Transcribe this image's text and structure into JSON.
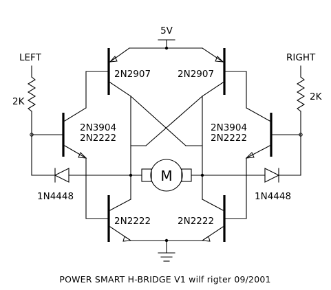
{
  "labels": {
    "supply": "5V",
    "left_input": "LEFT",
    "right_input": "RIGHT",
    "left_resistor": "2K",
    "right_resistor": "2K",
    "q_top_left": "2N2907",
    "q_top_right": "2N2907",
    "q_mid_left_a": "2N3904",
    "q_mid_left_b": "2N2222",
    "q_mid_right_a": "2N3904",
    "q_mid_right_b": "2N2222",
    "diode_left": "1N4448",
    "diode_right": "1N4448",
    "q_bot_left": "2N2222",
    "q_bot_right": "2N2222",
    "motor": "M",
    "caption": "POWER SMART H-BRIDGE V1  wilf rigter 09/2001"
  },
  "colors": {
    "ink": "#000000",
    "background": "#ffffff"
  }
}
